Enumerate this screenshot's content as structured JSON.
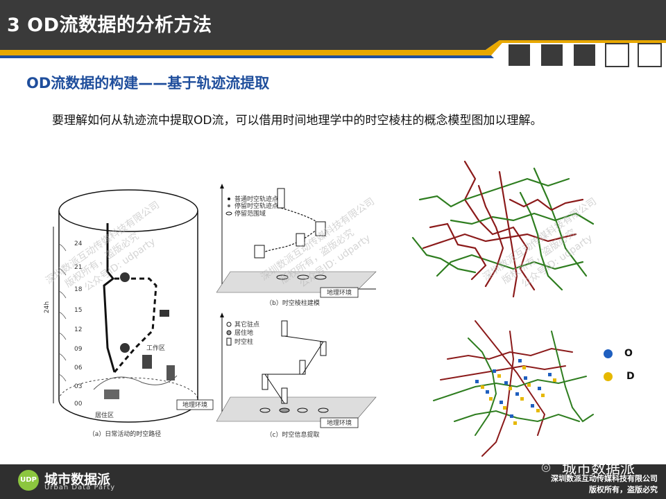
{
  "header": {
    "title": "3 OD流数据的分析方法"
  },
  "subtitle": "OD流数据的构建——基于轨迹流提取",
  "body_text": "要理解如何从轨迹流中提取OD流，可以借用时间地理学中的时空棱柱的概念模型图加以理解。",
  "figure_a": {
    "caption": "（a）日常活动的时空路径",
    "hour_ticks": [
      "24",
      "21",
      "18",
      "15",
      "12",
      "09",
      "06",
      "03",
      "00"
    ],
    "axis_label": "24h",
    "work_label": "工作区",
    "home_label": "居住区",
    "env_label": "地理环境"
  },
  "figure_b": {
    "caption": "（b）时空棱柱建模",
    "legend": [
      "普通时空轨迹点",
      "停留时空轨迹点",
      "停留范围域"
    ],
    "env_label": "地理环境"
  },
  "figure_c": {
    "caption": "（c）时空信息提取",
    "legend": [
      "其它驻点",
      "居住地",
      "时空柱"
    ],
    "env_label": "地理环境"
  },
  "map_legend": {
    "o_label": "O",
    "d_label": "D",
    "o_color": "#1f5fbf",
    "d_color": "#e6b800"
  },
  "watermark": {
    "company": "深圳数派互动传媒科技有限公司",
    "rights": "版权所有，盗版必究",
    "account": "公众号ID: udparty"
  },
  "footer": {
    "logo_cn": "城市数据派",
    "logo_en": "Urban Data Party",
    "brand_overlay": "城市数据派",
    "copyright_line1": "深圳数派互动传媒科技有限公司",
    "copyright_line2": "版权所有，盗版必究"
  },
  "colors": {
    "header_dark": "#3a3a3a",
    "accent_blue": "#1f4e9c",
    "gold_stripe": "#e8a800",
    "map_red": "#8b1a1a",
    "map_green": "#2e7d1f"
  }
}
